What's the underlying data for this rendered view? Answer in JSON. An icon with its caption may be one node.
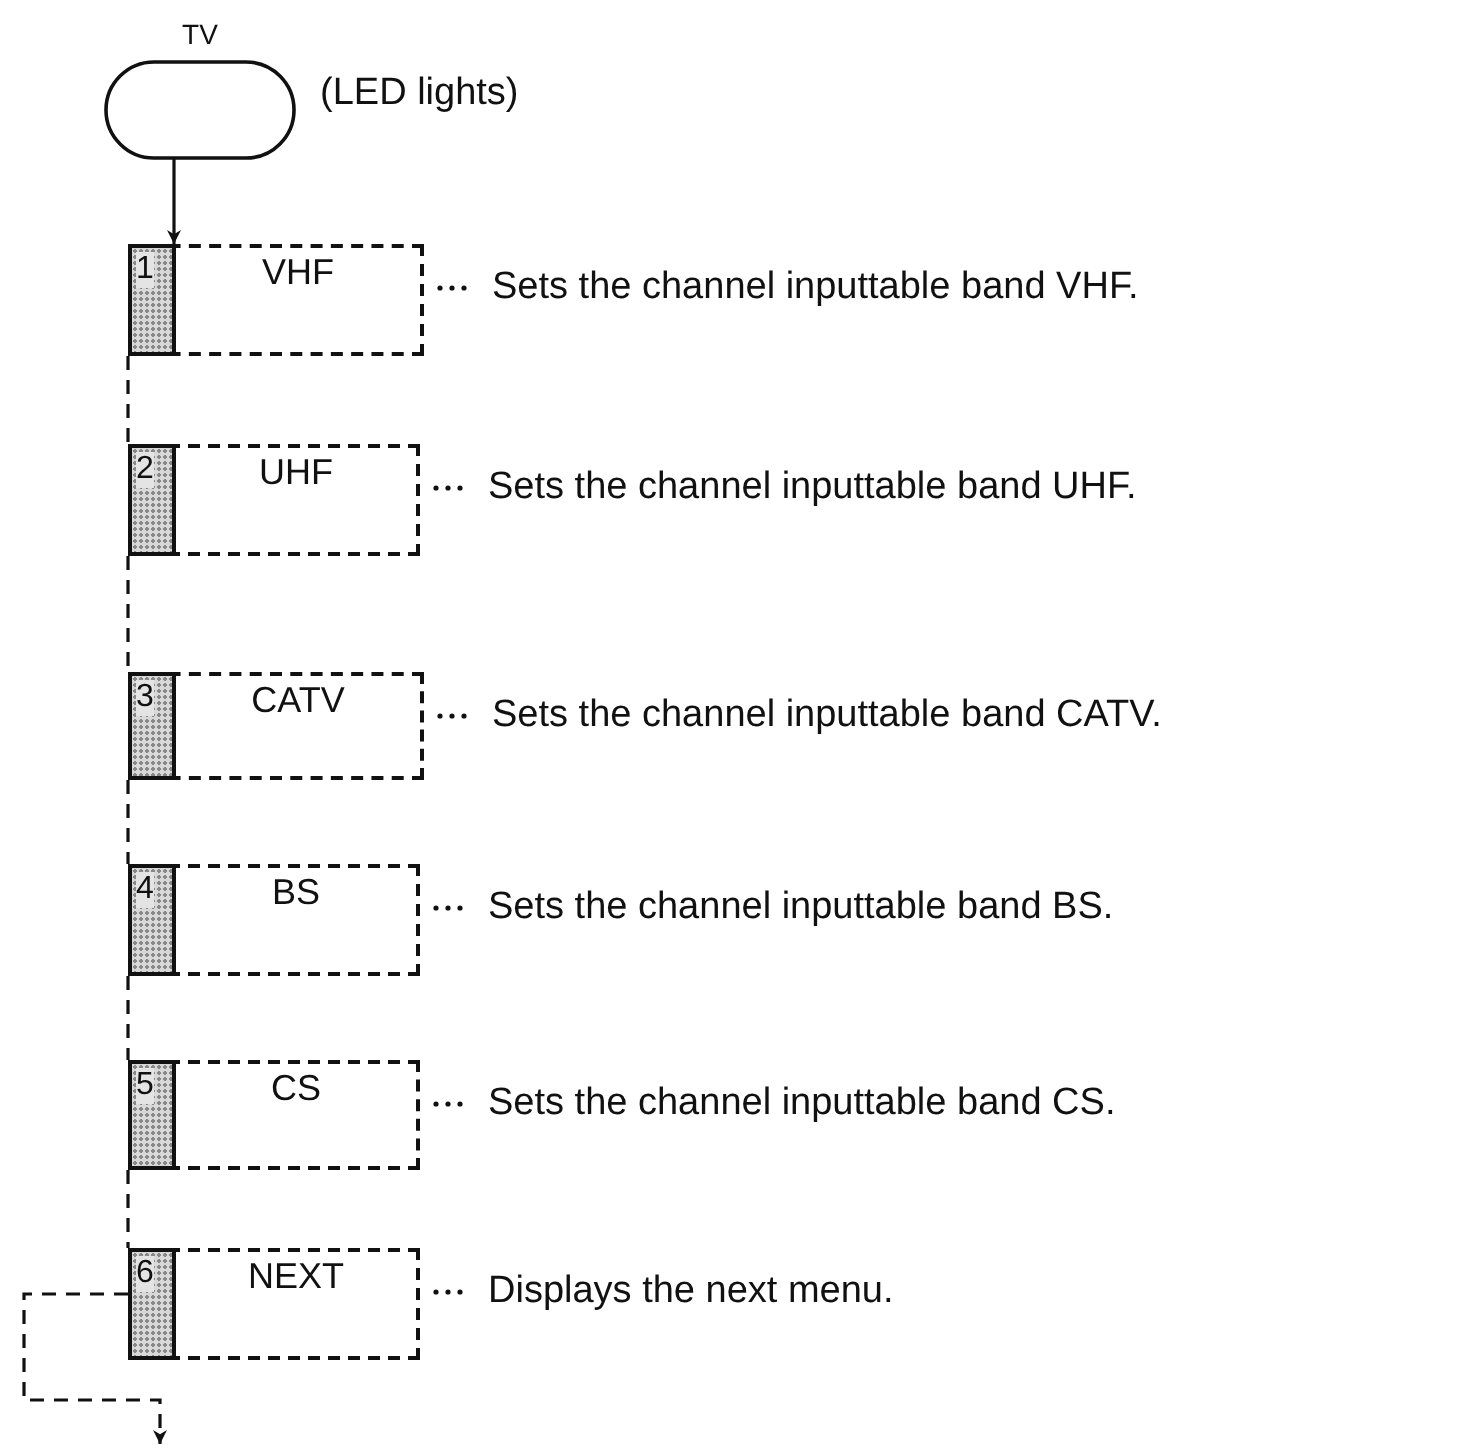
{
  "diagram": {
    "nodes": [
      {
        "text": [
          "TV"
        ],
        "beside": [
          "(LED lights)"
        ]
      },
      {
        "text": [
          "1",
          "VHF"
        ],
        "beside": [
          "Sets the channel inputtable band VHF."
        ]
      },
      {
        "text": [
          "2",
          "UHF"
        ],
        "beside": [
          "Sets the channel inputtable band UHF."
        ]
      },
      {
        "text": [
          "3",
          "CATV"
        ],
        "beside": [
          "Sets the channel inputtable band CATV."
        ]
      },
      {
        "text": [
          "4",
          "BS"
        ],
        "beside": [
          "Sets the channel inputtable band BS."
        ]
      },
      {
        "text": [
          "5",
          "CS"
        ],
        "beside": [
          "Sets the channel inputtable band CS."
        ]
      },
      {
        "text": [
          "6",
          "NEXT"
        ],
        "beside": [
          "Displays the next menu."
        ]
      }
    ],
    "edges": [
      {
        "from": 0,
        "to": 1,
        "arrow": "to"
      },
      {
        "from": 1,
        "to": 2,
        "arrow": "none",
        "style": "dashed"
      },
      {
        "from": 2,
        "to": 3,
        "arrow": "none",
        "style": "dashed"
      },
      {
        "from": 3,
        "to": 4,
        "arrow": "none",
        "style": "dashed"
      },
      {
        "from": 4,
        "to": 5,
        "arrow": "none",
        "style": "dashed"
      },
      {
        "from": 5,
        "to": 6,
        "arrow": "none",
        "style": "dashed"
      },
      {
        "from": 6,
        "to": null,
        "arrow": "to",
        "style": "dashed"
      }
    ]
  }
}
